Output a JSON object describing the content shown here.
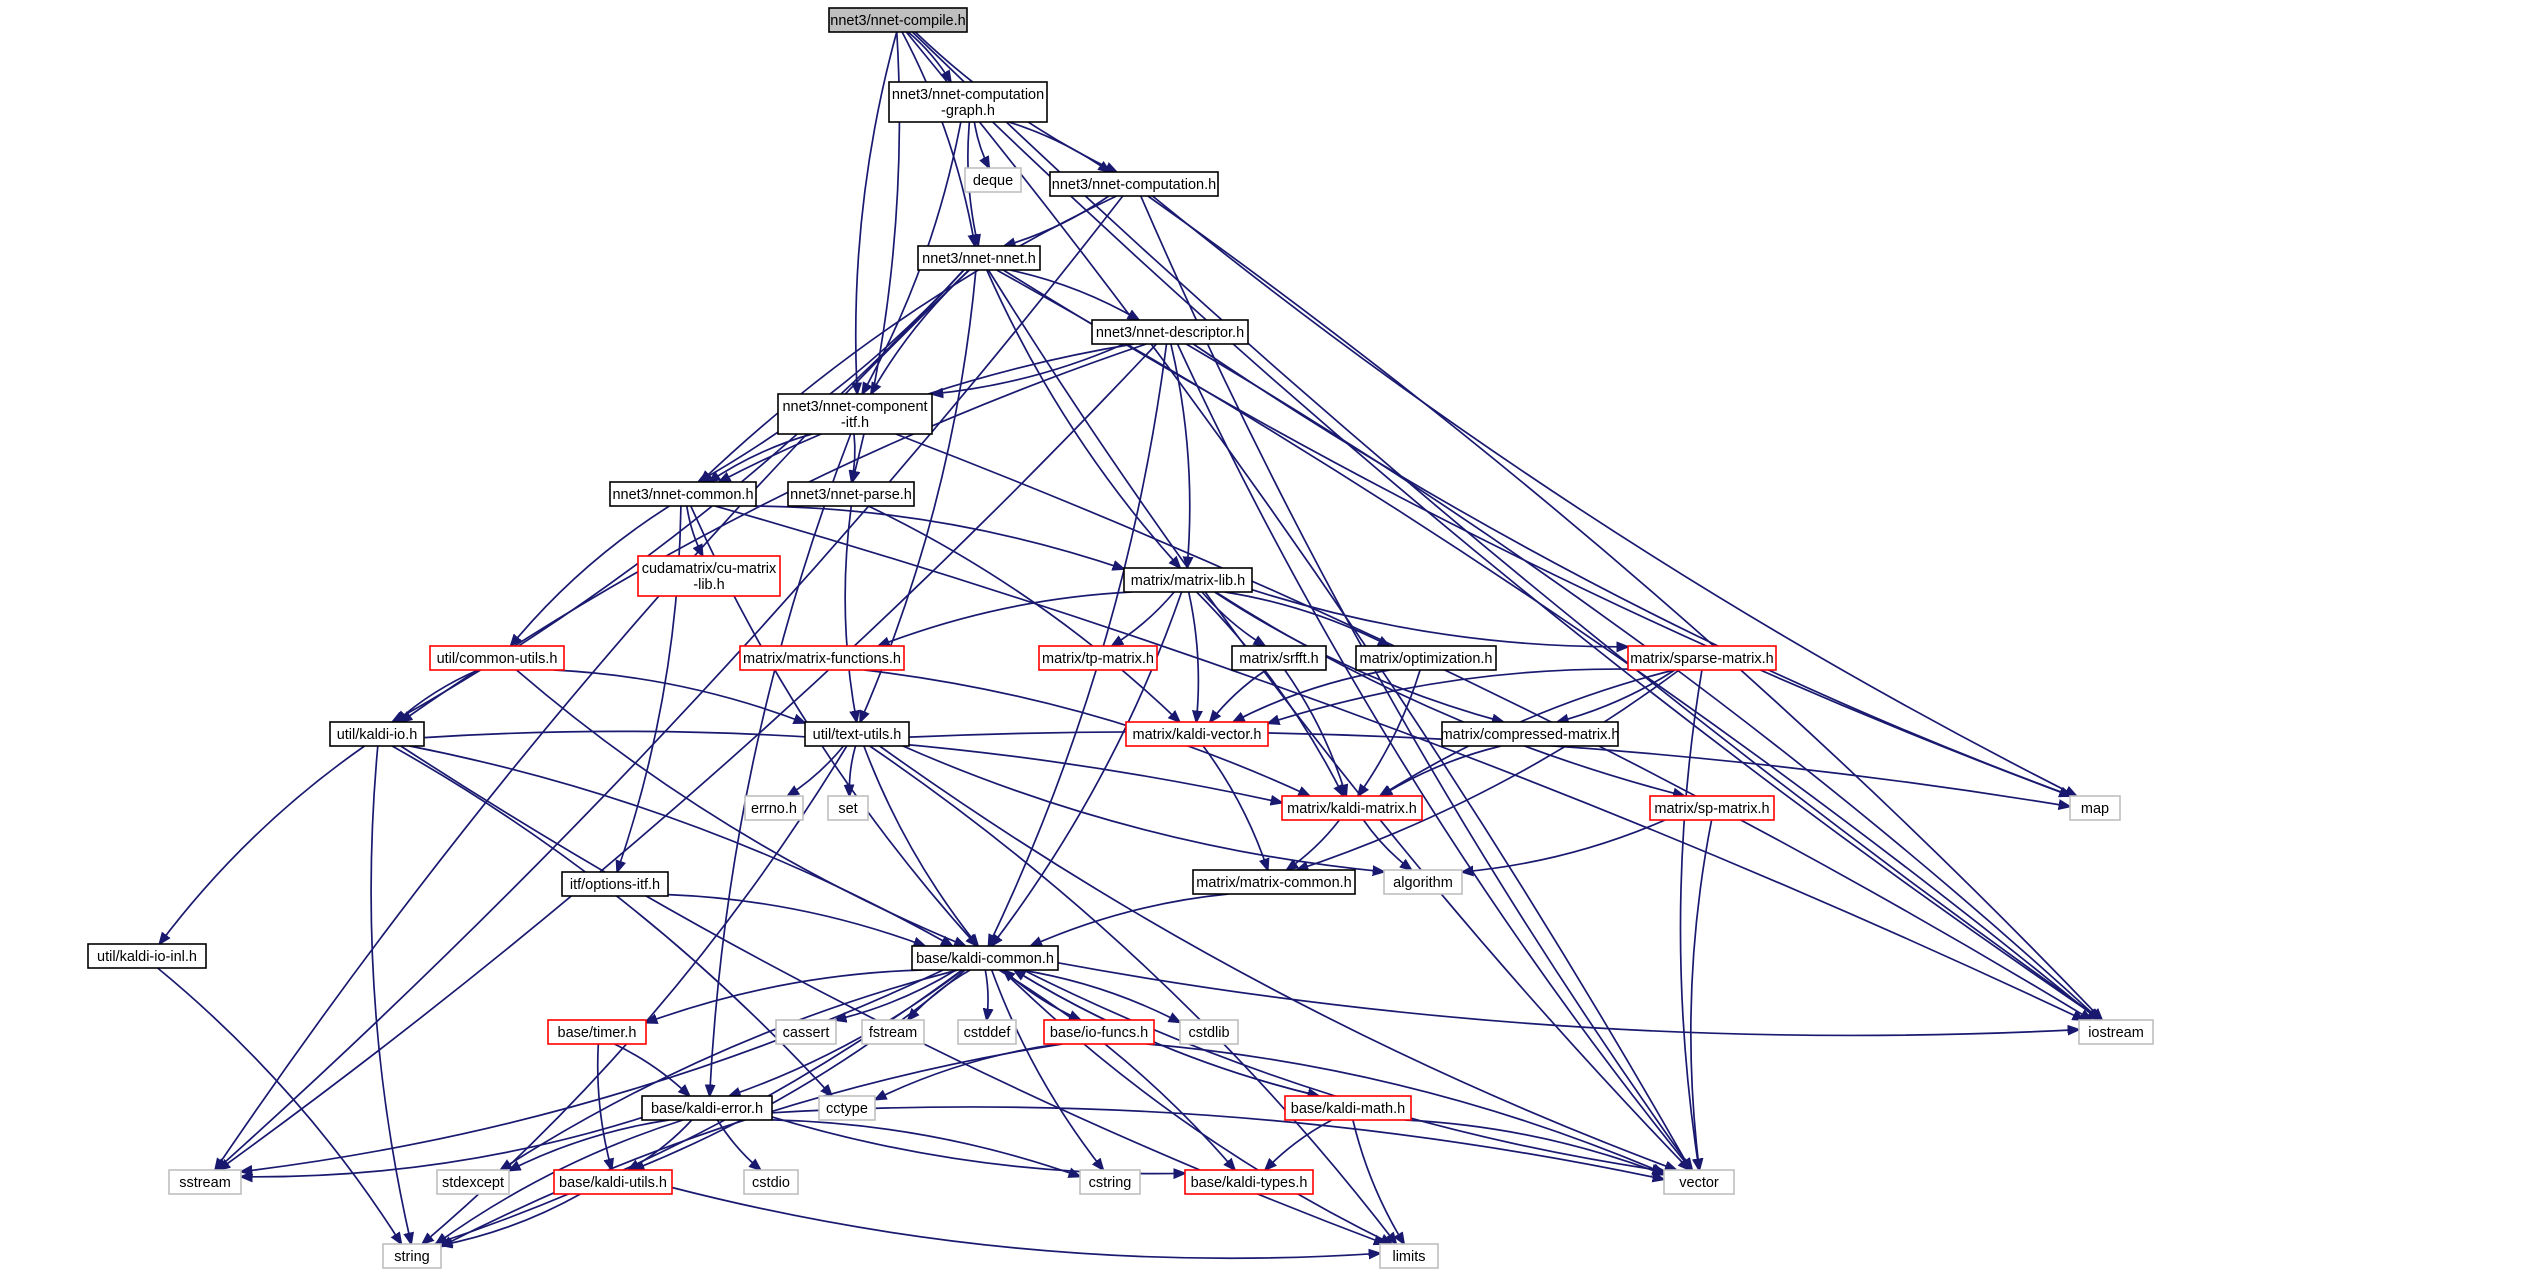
{
  "colors": {
    "edge": "#191970",
    "root_fill": "#bfbfbf",
    "normal_border": "#000000",
    "truncated_border": "#ff0000",
    "system_border": "#bfbfbf",
    "node_fill": "#ffffff"
  },
  "nodes": {
    "compile": {
      "lines": [
        "nnet3/nnet-compile.h"
      ],
      "style": "root"
    },
    "graph": {
      "lines": [
        "nnet3/nnet-computation",
        "-graph.h"
      ],
      "style": "normal"
    },
    "deque": {
      "lines": [
        "deque"
      ],
      "style": "system"
    },
    "computation": {
      "lines": [
        "nnet3/nnet-computation.h"
      ],
      "style": "normal"
    },
    "nnet": {
      "lines": [
        "nnet3/nnet-nnet.h"
      ],
      "style": "normal"
    },
    "descriptor": {
      "lines": [
        "nnet3/nnet-descriptor.h"
      ],
      "style": "normal"
    },
    "component": {
      "lines": [
        "nnet3/nnet-component",
        "-itf.h"
      ],
      "style": "normal"
    },
    "common": {
      "lines": [
        "nnet3/nnet-common.h"
      ],
      "style": "normal"
    },
    "parse": {
      "lines": [
        "nnet3/nnet-parse.h"
      ],
      "style": "normal"
    },
    "cumatrix": {
      "lines": [
        "cudamatrix/cu-matrix",
        "-lib.h"
      ],
      "style": "truncated"
    },
    "matrixlib": {
      "lines": [
        "matrix/matrix-lib.h"
      ],
      "style": "normal"
    },
    "commonutils": {
      "lines": [
        "util/common-utils.h"
      ],
      "style": "truncated"
    },
    "matfunc": {
      "lines": [
        "matrix/matrix-functions.h"
      ],
      "style": "truncated"
    },
    "tpmatrix": {
      "lines": [
        "matrix/tp-matrix.h"
      ],
      "style": "truncated"
    },
    "srfft": {
      "lines": [
        "matrix/srfft.h"
      ],
      "style": "normal"
    },
    "optim": {
      "lines": [
        "matrix/optimization.h"
      ],
      "style": "normal"
    },
    "sparse": {
      "lines": [
        "matrix/sparse-matrix.h"
      ],
      "style": "truncated"
    },
    "kaldiio": {
      "lines": [
        "util/kaldi-io.h"
      ],
      "style": "normal"
    },
    "textutils": {
      "lines": [
        "util/text-utils.h"
      ],
      "style": "normal"
    },
    "kvector": {
      "lines": [
        "matrix/kaldi-vector.h"
      ],
      "style": "truncated"
    },
    "compressed": {
      "lines": [
        "matrix/compressed-matrix.h"
      ],
      "style": "normal"
    },
    "errno": {
      "lines": [
        "errno.h"
      ],
      "style": "system"
    },
    "set": {
      "lines": [
        "set"
      ],
      "style": "system"
    },
    "kmatrix": {
      "lines": [
        "matrix/kaldi-matrix.h"
      ],
      "style": "truncated"
    },
    "spmatrix": {
      "lines": [
        "matrix/sp-matrix.h"
      ],
      "style": "truncated"
    },
    "map": {
      "lines": [
        "map"
      ],
      "style": "system"
    },
    "optionsitf": {
      "lines": [
        "itf/options-itf.h"
      ],
      "style": "normal"
    },
    "algorithm": {
      "lines": [
        "algorithm"
      ],
      "style": "system"
    },
    "matcommon": {
      "lines": [
        "matrix/matrix-common.h"
      ],
      "style": "normal"
    },
    "kaldiioinl": {
      "lines": [
        "util/kaldi-io-inl.h"
      ],
      "style": "normal"
    },
    "kaldicommon": {
      "lines": [
        "base/kaldi-common.h"
      ],
      "style": "normal"
    },
    "timer": {
      "lines": [
        "base/timer.h"
      ],
      "style": "truncated"
    },
    "cassert": {
      "lines": [
        "cassert"
      ],
      "style": "system"
    },
    "fstream": {
      "lines": [
        "fstream"
      ],
      "style": "system"
    },
    "cstddef": {
      "lines": [
        "cstddef"
      ],
      "style": "system"
    },
    "iofuncs": {
      "lines": [
        "base/io-funcs.h"
      ],
      "style": "truncated"
    },
    "cstdlib": {
      "lines": [
        "cstdlib"
      ],
      "style": "system"
    },
    "iostream": {
      "lines": [
        "iostream"
      ],
      "style": "system"
    },
    "cctype": {
      "lines": [
        "cctype"
      ],
      "style": "system"
    },
    "kaldierror": {
      "lines": [
        "base/kaldi-error.h"
      ],
      "style": "normal"
    },
    "kaldimath": {
      "lines": [
        "base/kaldi-math.h"
      ],
      "style": "truncated"
    },
    "sstream": {
      "lines": [
        "sstream"
      ],
      "style": "system"
    },
    "stdexcept": {
      "lines": [
        "stdexcept"
      ],
      "style": "system"
    },
    "kaldiutils": {
      "lines": [
        "base/kaldi-utils.h"
      ],
      "style": "truncated"
    },
    "cstdio": {
      "lines": [
        "cstdio"
      ],
      "style": "system"
    },
    "cstring": {
      "lines": [
        "cstring"
      ],
      "style": "system"
    },
    "kalditypes": {
      "lines": [
        "base/kaldi-types.h"
      ],
      "style": "truncated"
    },
    "vector": {
      "lines": [
        "vector"
      ],
      "style": "system"
    },
    "string": {
      "lines": [
        "string"
      ],
      "style": "system"
    },
    "limits": {
      "lines": [
        "limits"
      ],
      "style": "system"
    }
  },
  "edges": [
    [
      "compile",
      "graph"
    ],
    [
      "compile",
      "computation"
    ],
    [
      "compile",
      "nnet"
    ],
    [
      "compile",
      "component"
    ],
    [
      "compile",
      "parse"
    ],
    [
      "compile",
      "iostream"
    ],
    [
      "compile",
      "vector"
    ],
    [
      "graph",
      "deque"
    ],
    [
      "graph",
      "computation"
    ],
    [
      "graph",
      "nnet"
    ],
    [
      "graph",
      "component"
    ],
    [
      "graph",
      "iostream"
    ],
    [
      "computation",
      "nnet"
    ],
    [
      "computation",
      "common"
    ],
    [
      "computation",
      "sstream"
    ],
    [
      "computation",
      "map"
    ],
    [
      "computation",
      "iostream"
    ],
    [
      "computation",
      "vector"
    ],
    [
      "nnet",
      "descriptor"
    ],
    [
      "nnet",
      "component"
    ],
    [
      "nnet",
      "common"
    ],
    [
      "nnet",
      "matrixlib"
    ],
    [
      "nnet",
      "kaldiio"
    ],
    [
      "nnet",
      "sstream"
    ],
    [
      "nnet",
      "textutils"
    ],
    [
      "nnet",
      "map"
    ],
    [
      "nnet",
      "iostream"
    ],
    [
      "nnet",
      "vector"
    ],
    [
      "descriptor",
      "component"
    ],
    [
      "descriptor",
      "common"
    ],
    [
      "descriptor",
      "matrixlib"
    ],
    [
      "descriptor",
      "kaldiio"
    ],
    [
      "descriptor",
      "kaldicommon"
    ],
    [
      "descriptor",
      "map"
    ],
    [
      "descriptor",
      "iostream"
    ],
    [
      "descriptor",
      "vector"
    ],
    [
      "descriptor",
      "sstream"
    ],
    [
      "component",
      "common"
    ],
    [
      "component",
      "parse"
    ],
    [
      "component",
      "kaldierror"
    ],
    [
      "component",
      "iostream"
    ],
    [
      "common",
      "cumatrix"
    ],
    [
      "common",
      "matrixlib"
    ],
    [
      "common",
      "commonutils"
    ],
    [
      "common",
      "optionsitf"
    ],
    [
      "common",
      "kaldicommon"
    ],
    [
      "common",
      "iostream"
    ],
    [
      "parse",
      "textutils"
    ],
    [
      "parse",
      "kvector"
    ],
    [
      "matrixlib",
      "matfunc"
    ],
    [
      "matrixlib",
      "tpmatrix"
    ],
    [
      "matrixlib",
      "srfft"
    ],
    [
      "matrixlib",
      "optim"
    ],
    [
      "matrixlib",
      "sparse"
    ],
    [
      "matrixlib",
      "kvector"
    ],
    [
      "matrixlib",
      "compressed"
    ],
    [
      "matrixlib",
      "kmatrix"
    ],
    [
      "matrixlib",
      "spmatrix"
    ],
    [
      "matrixlib",
      "kaldicommon"
    ],
    [
      "commonutils",
      "kaldiio"
    ],
    [
      "commonutils",
      "textutils"
    ],
    [
      "commonutils",
      "kaldicommon"
    ],
    [
      "matfunc",
      "kmatrix"
    ],
    [
      "srfft",
      "kvector"
    ],
    [
      "srfft",
      "kmatrix"
    ],
    [
      "optim",
      "kvector"
    ],
    [
      "optim",
      "kmatrix"
    ],
    [
      "sparse",
      "kvector"
    ],
    [
      "sparse",
      "compressed"
    ],
    [
      "sparse",
      "kmatrix"
    ],
    [
      "sparse",
      "matcommon"
    ],
    [
      "sparse",
      "vector"
    ],
    [
      "kaldiio",
      "kmatrix"
    ],
    [
      "kaldiio",
      "kaldiioinl"
    ],
    [
      "kaldiio",
      "kaldicommon"
    ],
    [
      "kaldiio",
      "string"
    ],
    [
      "kaldiio",
      "cctype"
    ],
    [
      "kaldiio",
      "limits"
    ],
    [
      "textutils",
      "errno"
    ],
    [
      "textutils",
      "set"
    ],
    [
      "textutils",
      "map"
    ],
    [
      "textutils",
      "algorithm"
    ],
    [
      "textutils",
      "string"
    ],
    [
      "textutils",
      "vector"
    ],
    [
      "textutils",
      "limits"
    ],
    [
      "textutils",
      "kaldicommon"
    ],
    [
      "kvector",
      "matcommon"
    ],
    [
      "compressed",
      "kmatrix"
    ],
    [
      "kmatrix",
      "matcommon"
    ],
    [
      "kmatrix",
      "algorithm"
    ],
    [
      "spmatrix",
      "algorithm"
    ],
    [
      "spmatrix",
      "vector"
    ],
    [
      "optionsitf",
      "kaldicommon"
    ],
    [
      "matcommon",
      "kaldicommon"
    ],
    [
      "kaldiioinl",
      "string"
    ],
    [
      "kaldicommon",
      "timer"
    ],
    [
      "kaldicommon",
      "cassert"
    ],
    [
      "kaldicommon",
      "fstream"
    ],
    [
      "kaldicommon",
      "cstddef"
    ],
    [
      "kaldicommon",
      "iofuncs"
    ],
    [
      "kaldicommon",
      "cstdlib"
    ],
    [
      "kaldicommon",
      "iostream"
    ],
    [
      "kaldicommon",
      "kaldierror"
    ],
    [
      "kaldicommon",
      "kaldimath"
    ],
    [
      "kaldicommon",
      "sstream"
    ],
    [
      "kaldicommon",
      "stdexcept"
    ],
    [
      "kaldicommon",
      "kaldiutils"
    ],
    [
      "kaldicommon",
      "cstring"
    ],
    [
      "kaldicommon",
      "kalditypes"
    ],
    [
      "kaldicommon",
      "vector"
    ],
    [
      "kaldicommon",
      "string"
    ],
    [
      "kaldicommon",
      "limits"
    ],
    [
      "timer",
      "kaldierror"
    ],
    [
      "timer",
      "kaldiutils"
    ],
    [
      "iofuncs",
      "kaldicommon"
    ],
    [
      "iofuncs",
      "cctype"
    ],
    [
      "iofuncs",
      "vector"
    ],
    [
      "iofuncs",
      "string"
    ],
    [
      "kaldierror",
      "sstream"
    ],
    [
      "kaldierror",
      "stdexcept"
    ],
    [
      "kaldierror",
      "kaldiutils"
    ],
    [
      "kaldierror",
      "cstdio"
    ],
    [
      "kaldierror",
      "cstring"
    ],
    [
      "kaldierror",
      "kalditypes"
    ],
    [
      "kaldierror",
      "vector"
    ],
    [
      "kaldierror",
      "string"
    ],
    [
      "kaldimath",
      "kaldicommon"
    ],
    [
      "kaldimath",
      "kalditypes"
    ],
    [
      "kaldimath",
      "vector"
    ],
    [
      "kaldimath",
      "limits"
    ],
    [
      "kaldiutils",
      "string"
    ],
    [
      "kaldiutils",
      "limits"
    ]
  ]
}
